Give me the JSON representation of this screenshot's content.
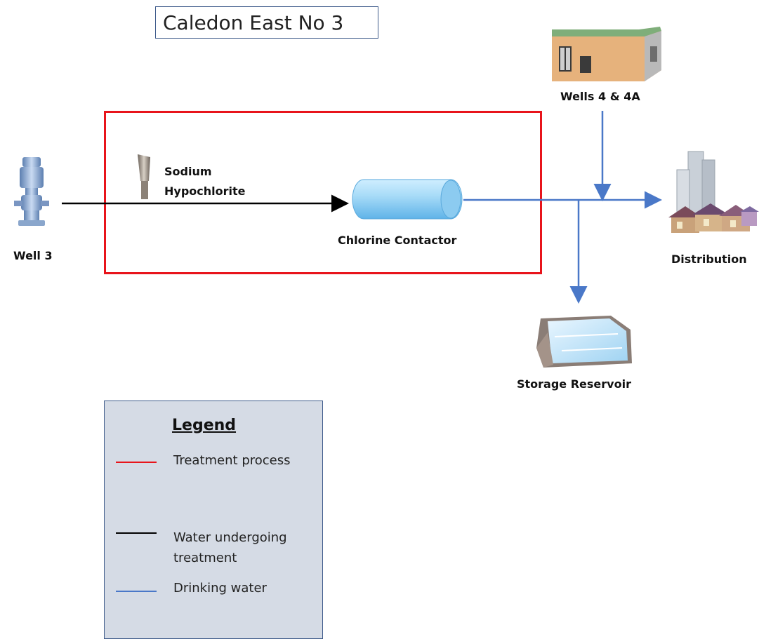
{
  "title": "Caledon East No 3",
  "nodes": {
    "well3": "Well 3",
    "wells4": "Wells 4 & 4A",
    "sodium_line1": "Sodium",
    "sodium_line2": "Hypochlorite",
    "contactor": "Chlorine Contactor",
    "distribution": "Distribution",
    "reservoir": "Storage Reservoir"
  },
  "legend": {
    "title": "Legend",
    "items": [
      {
        "label": "Treatment process",
        "color": "#e8141b"
      },
      {
        "label": "Water undergoing treatment",
        "color": "#000000"
      },
      {
        "label": "Drinking  water",
        "color": "#4a78c8"
      }
    ]
  },
  "colors": {
    "treatment": "#e8141b",
    "untreated": "#000000",
    "drinking": "#4a78c8"
  }
}
